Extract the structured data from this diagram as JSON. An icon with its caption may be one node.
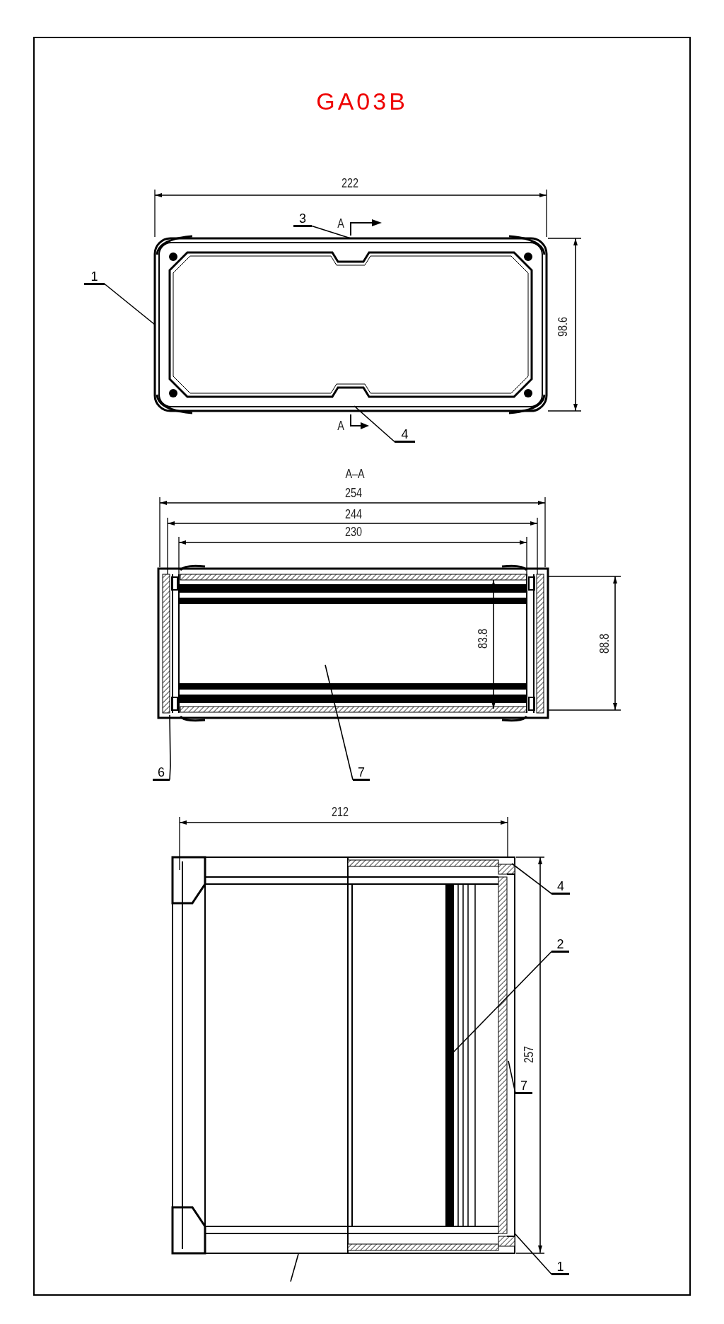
{
  "diagram": {
    "title": "GA03B",
    "nodes": [
      {
        "text": [
          "3"
        ]
      },
      {
        "text": [
          "1"
        ]
      },
      {
        "text": [
          "4"
        ]
      },
      {
        "text": [
          "6"
        ]
      },
      {
        "text": [
          "7"
        ]
      },
      {
        "text": [
          "4"
        ]
      },
      {
        "text": [
          "2"
        ]
      },
      {
        "text": [
          "7"
        ]
      },
      {
        "text": [
          "1"
        ]
      },
      {
        "text": [],
        "shape": "picture"
      },
      {
        "text": [],
        "shape": "picture"
      },
      {
        "text": [],
        "shape": "picture"
      }
    ],
    "edges": [
      {
        "from": 0,
        "to": 9,
        "arrow": "none"
      },
      {
        "from": 1,
        "to": 9,
        "arrow": "none"
      },
      {
        "from": 2,
        "to": 9,
        "arrow": "none"
      },
      {
        "from": 3,
        "to": 10,
        "arrow": "none"
      },
      {
        "from": 4,
        "to": 10,
        "arrow": "none"
      },
      {
        "from": 5,
        "to": 11,
        "arrow": "none"
      },
      {
        "from": 6,
        "to": 11,
        "arrow": "none"
      },
      {
        "from": 7,
        "to": 11,
        "arrow": "none"
      },
      {
        "from": 8,
        "to": 11,
        "arrow": "none"
      },
      {
        "from": null,
        "to": 11,
        "arrow": "none"
      }
    ],
    "labels": [
      "222",
      "A",
      "98.6",
      "A",
      "A–A",
      "254",
      "244",
      "230",
      "83.8",
      "88.8",
      "212",
      "257"
    ]
  }
}
